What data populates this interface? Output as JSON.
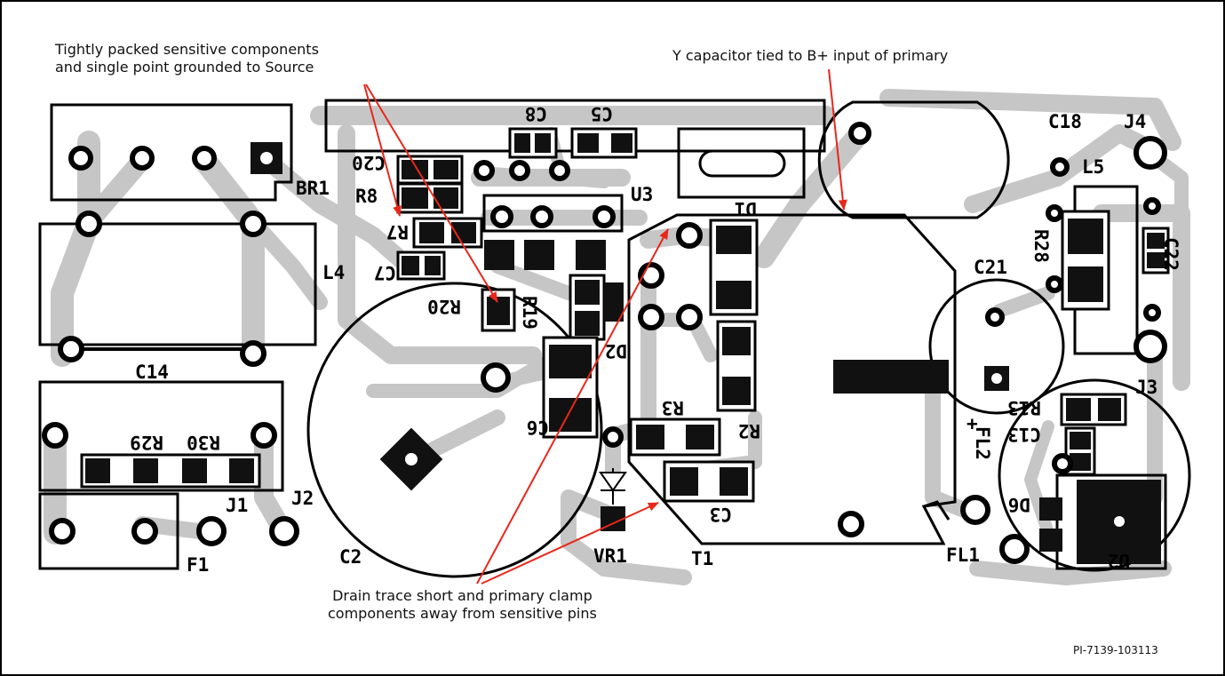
{
  "annotations": {
    "sensitive_line1": "Tightly packed sensitive components",
    "sensitive_line2": "and single point grounded to Source",
    "ycap": "Y capacitor tied to B+ input of primary",
    "drain_line1": "Drain trace short and primary clamp",
    "drain_line2": "components away from sensitive pins"
  },
  "figure_id": "PI-7139-103113",
  "designators": {
    "BR1": "BR1",
    "C14": "C14",
    "R29": "R29",
    "R30": "R30",
    "J1": "J1",
    "J2": "J2",
    "F1": "F1",
    "C2": "C2",
    "C20": "C20",
    "R8": "R8",
    "R7": "R7",
    "L4": "L4",
    "C7": "C7",
    "R20": "R20",
    "R19": "R19",
    "C8": "C8",
    "C5": "C5",
    "U3": "U3",
    "D1": "D1",
    "D2": "D2",
    "C6": "C6",
    "R3": "R3",
    "R2": "R2",
    "C3": "C3",
    "VR1": "VR1",
    "T1": "T1",
    "C18": "C18",
    "J4": "J4",
    "L5": "L5",
    "R28": "R28",
    "C22": "C22",
    "C21": "C21",
    "J3": "J3",
    "R13": "R13",
    "C13": "C13",
    "FL2": "FL2",
    "FL1": "FL1",
    "D6": "D6",
    "U2": "U2",
    "plus": "+"
  },
  "colors": {
    "trace": "#c6c6c6",
    "silkscreen": "#000000",
    "annotation_arrow": "#e8271b",
    "pad": "#111111"
  }
}
